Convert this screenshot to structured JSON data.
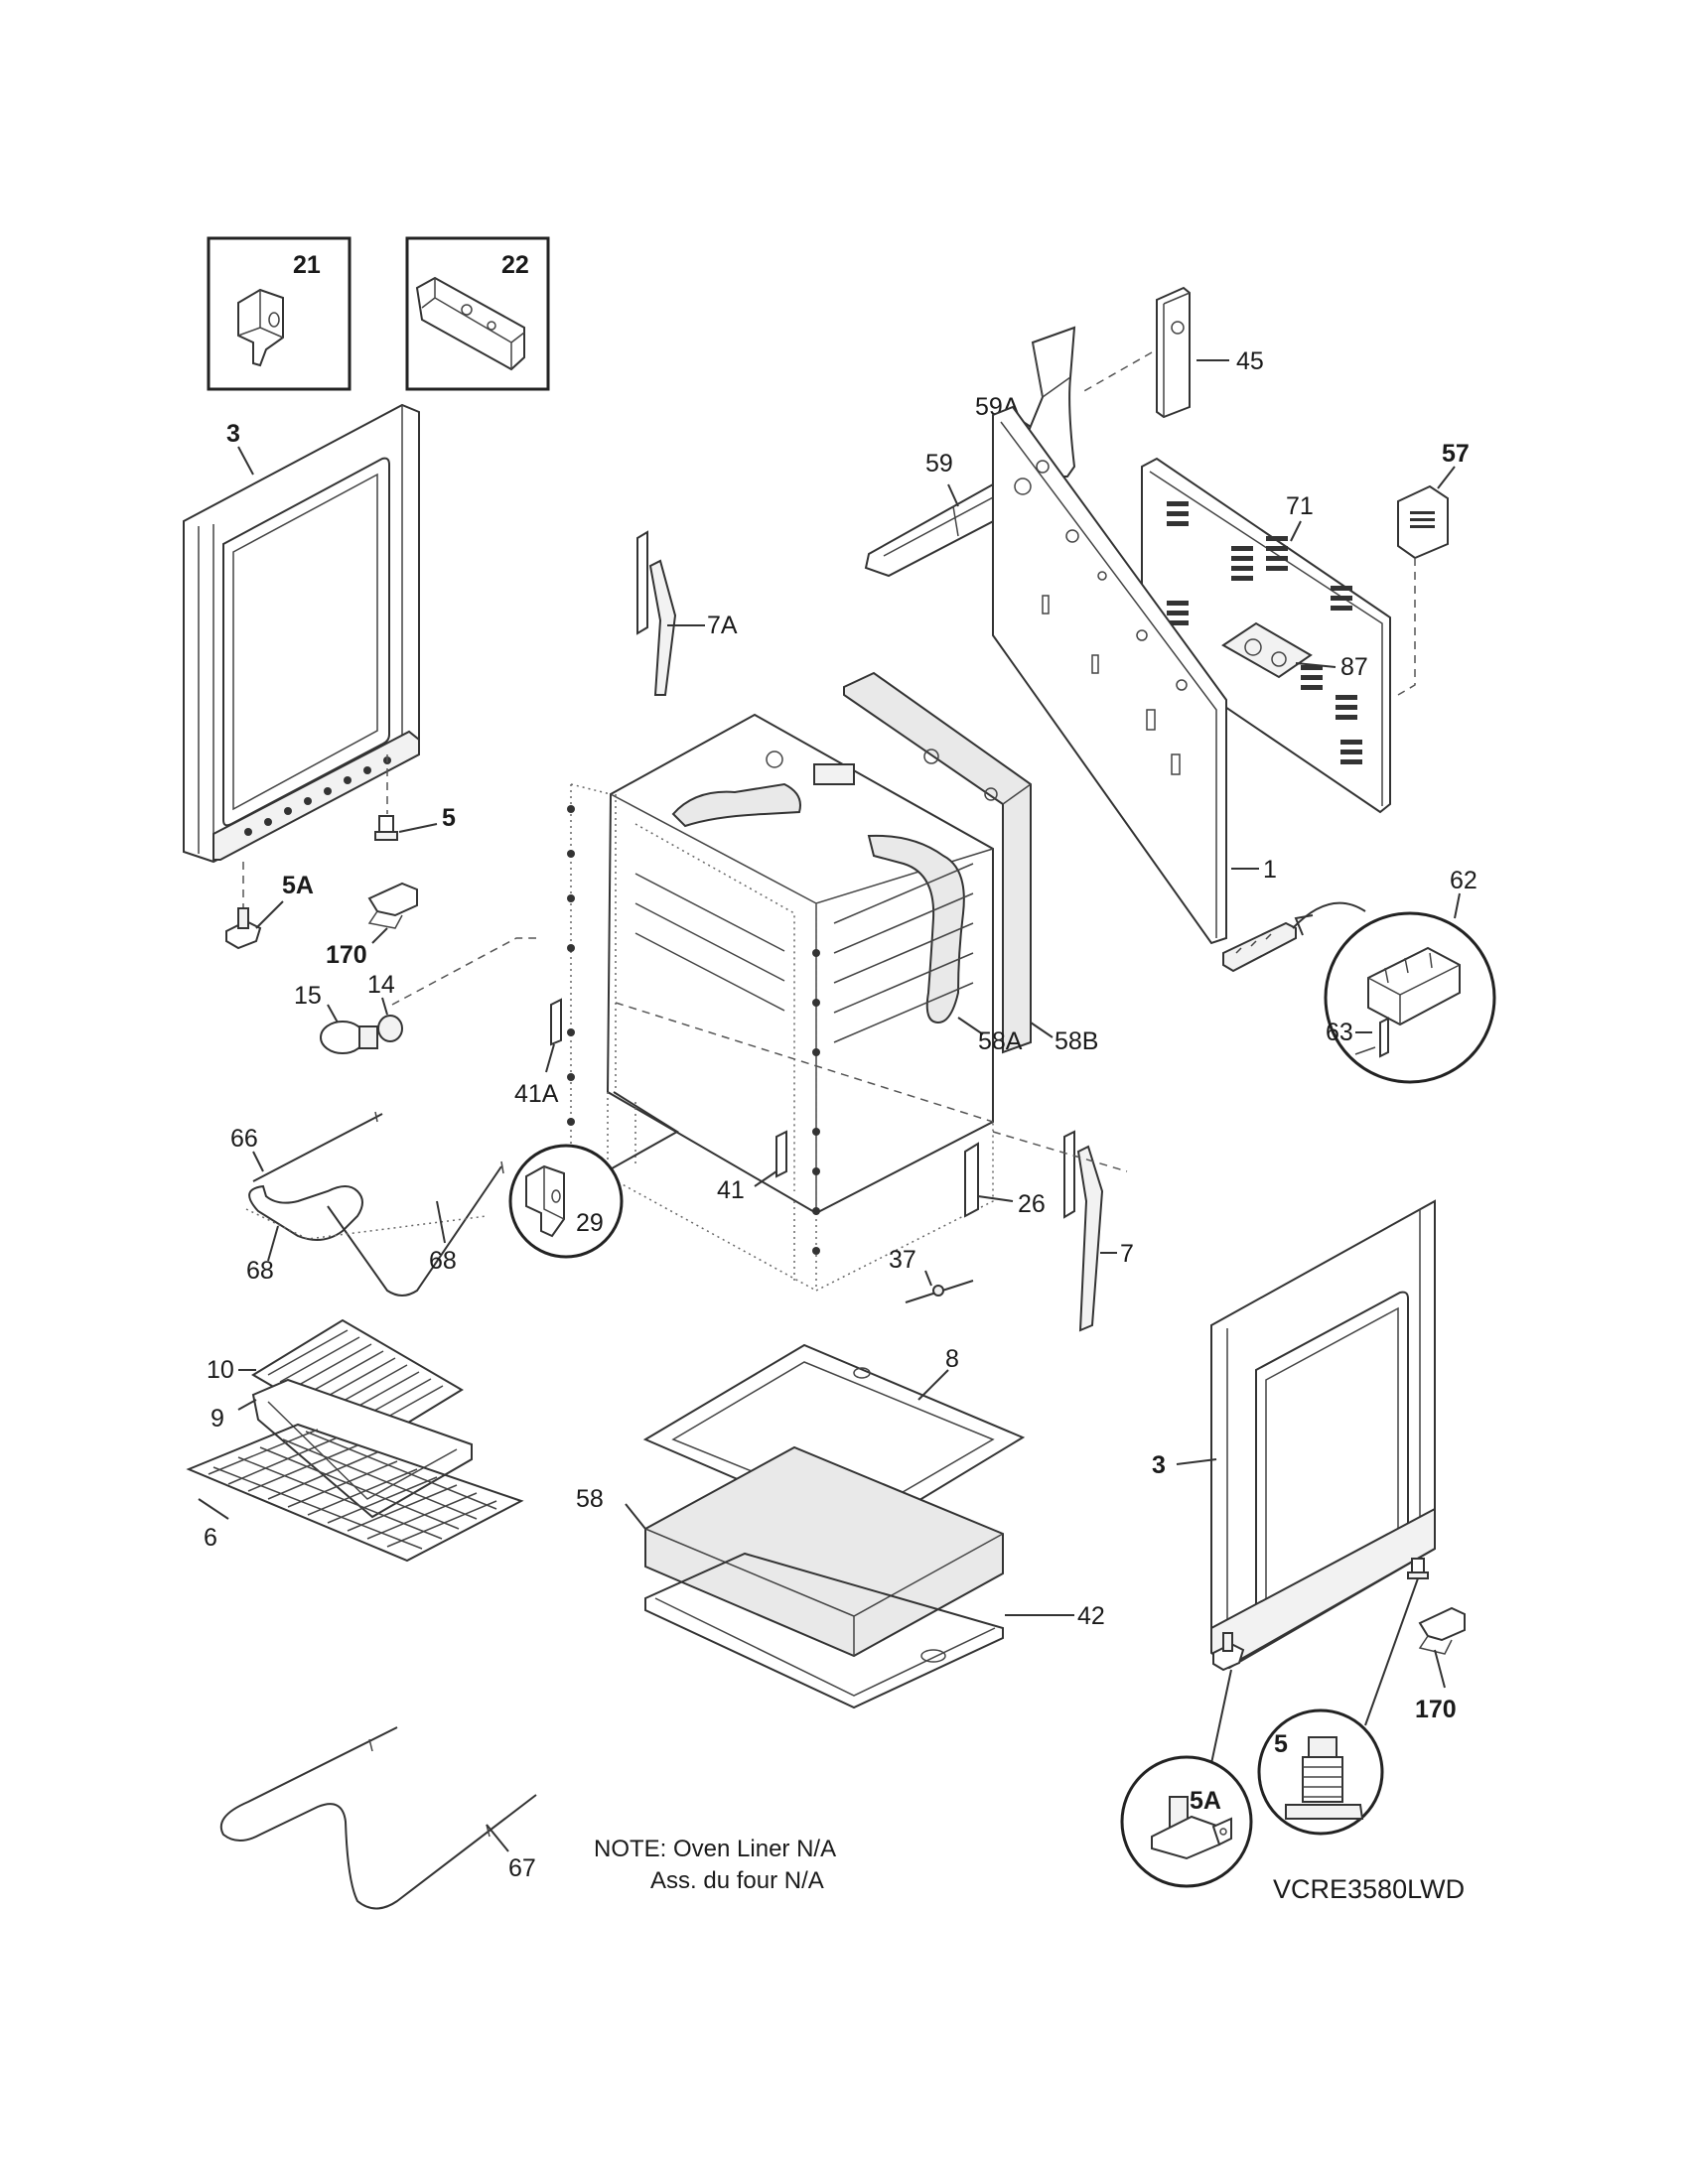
{
  "labels": {
    "p21": "21",
    "p22": "22",
    "p3_left": "3",
    "p5_left": "5",
    "p5A_left": "5A",
    "p170_left": "170",
    "p15": "15",
    "p14": "14",
    "p45": "45",
    "p59A": "59A",
    "p59": "59",
    "p57": "57",
    "p71": "71",
    "p87": "87",
    "p7A": "7A",
    "p1": "1",
    "p62": "62",
    "p63": "63",
    "p58A": "58A",
    "p58B": "58B",
    "p41A": "41A",
    "p66": "66",
    "p68_left": "68",
    "p68_right": "68",
    "p29": "29",
    "p41": "41",
    "p26": "26",
    "p7": "7",
    "p37": "37",
    "p10": "10",
    "p9": "9",
    "p6": "6",
    "p8": "8",
    "p58": "58",
    "p42": "42",
    "p3_right": "3",
    "p170_right": "170",
    "p5_right": "5",
    "p5A_right": "5A",
    "p67": "67"
  },
  "note": {
    "line1": "NOTE: Oven Liner N/A",
    "line2": "Ass. du four N/A"
  },
  "model_number": "VCRE3580LWD"
}
